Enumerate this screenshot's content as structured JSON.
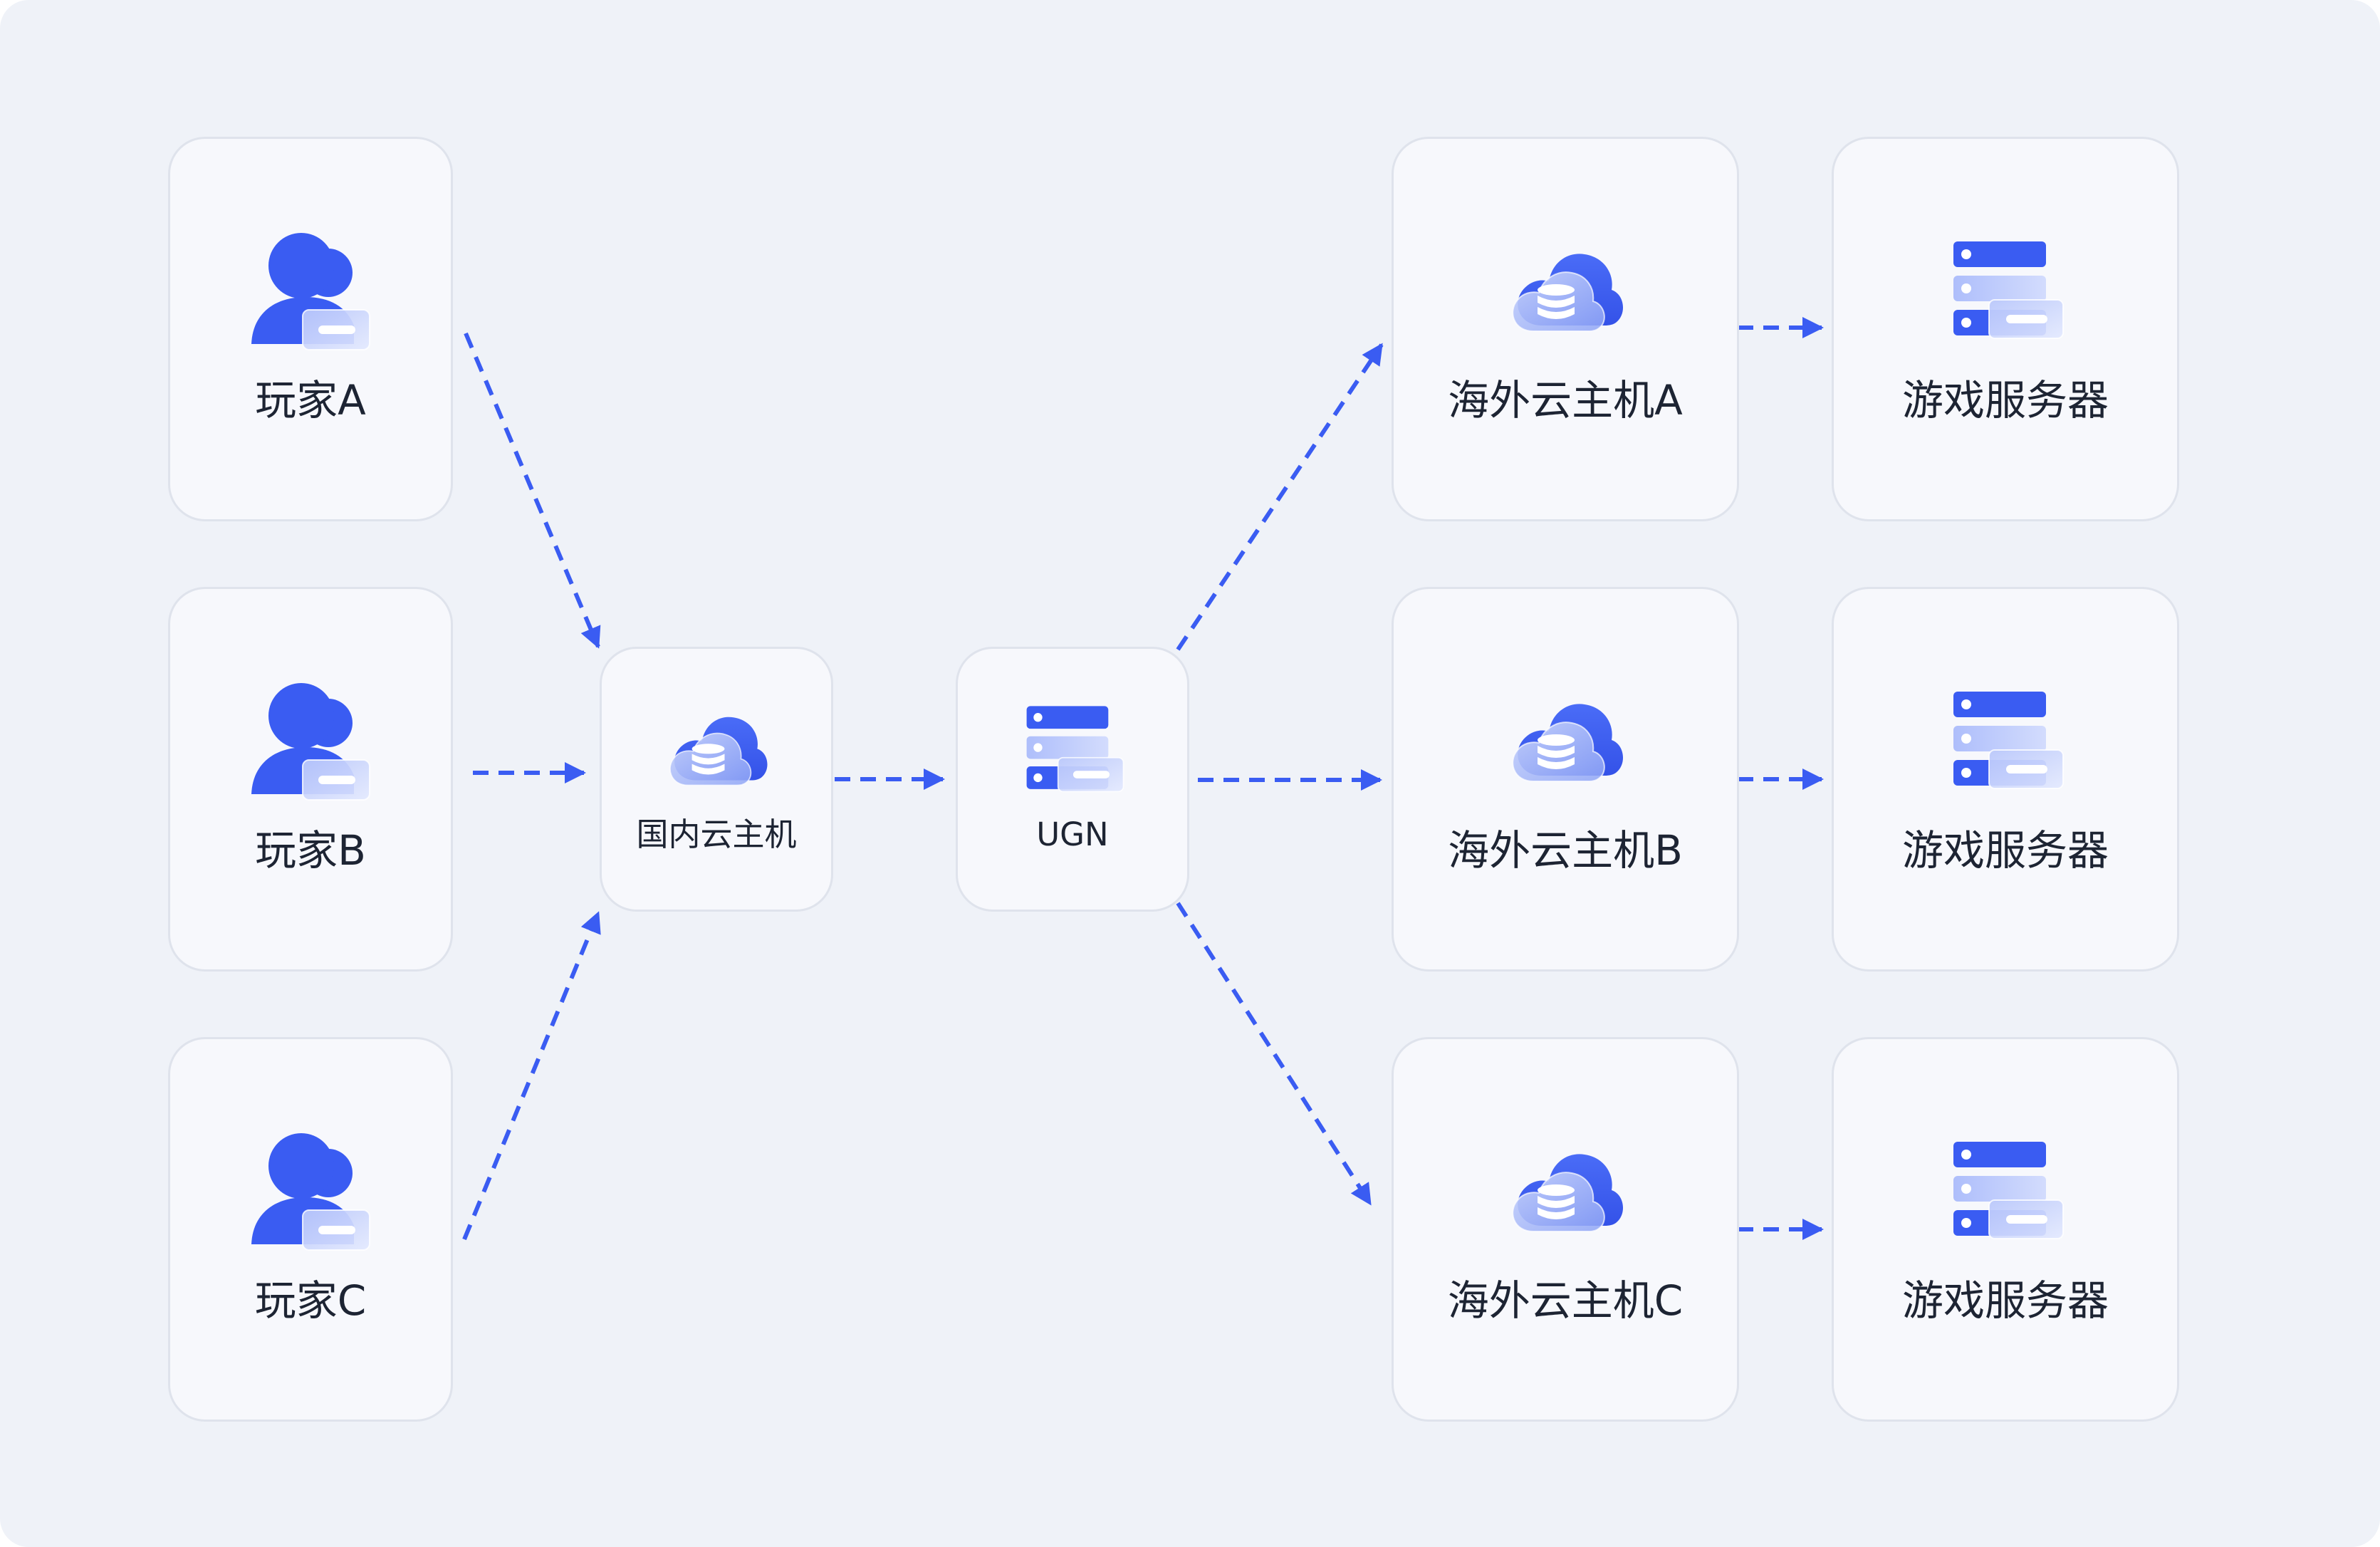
{
  "players": [
    {
      "label": "玩家A"
    },
    {
      "label": "玩家B"
    },
    {
      "label": "玩家C"
    }
  ],
  "domestic_host": {
    "label": "国内云主机"
  },
  "ugn": {
    "label": "UGN"
  },
  "overseas_hosts": [
    {
      "label": "海外云主机A"
    },
    {
      "label": "海外云主机B"
    },
    {
      "label": "海外云主机C"
    }
  ],
  "game_servers": [
    {
      "label": "游戏服务器"
    },
    {
      "label": "游戏服务器"
    },
    {
      "label": "游戏服务器"
    }
  ],
  "colors": {
    "accent": "#3a5cf2",
    "background": "#eff2f8",
    "card": "#f7f8fc",
    "card_border": "#dfe3ec",
    "text": "#1d2433"
  }
}
